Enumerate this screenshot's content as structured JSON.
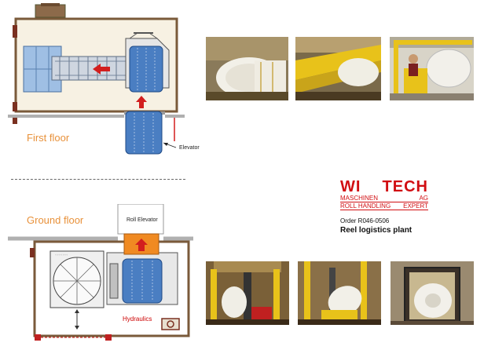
{
  "diagram": {
    "first_floor": {
      "label": "First floor",
      "elevator_label": "Elevator"
    },
    "ground_floor": {
      "label": "Ground floor",
      "roll_elevator_label": "Roll Elevator",
      "hydraulics_label": "Hydraulics"
    }
  },
  "company": {
    "logo_left": "WI",
    "logo_right": "TECH",
    "logo_line1_left": "MASCHINEN",
    "logo_line1_right": "AG",
    "logo_line2_left": "ROLL HANDLING",
    "logo_line2_right": "EXPERT",
    "order": "Order R046-0506",
    "title": "Reel logistics plant"
  },
  "colors": {
    "accent_red": "#d10e12",
    "floor_label": "#e8913a",
    "reel_blue": "#4a7ec2",
    "machine_yellow": "#e8c21a"
  }
}
